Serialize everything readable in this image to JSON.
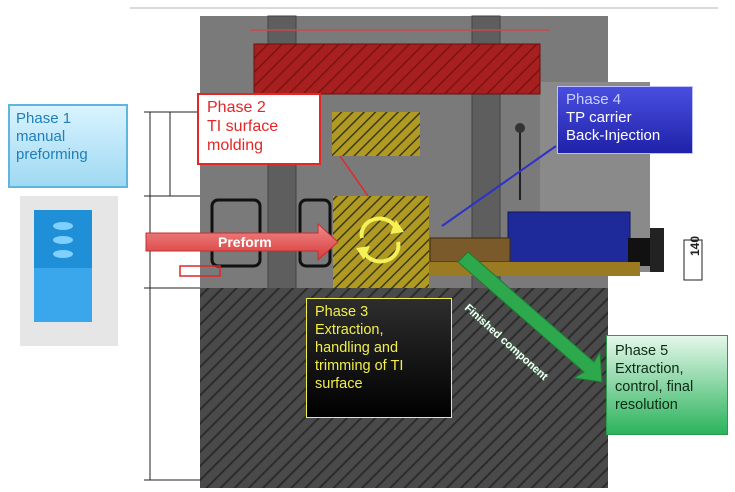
{
  "phase1": {
    "title": "Phase 1",
    "lines": [
      "manual",
      "preforming"
    ]
  },
  "phase2": {
    "title": "Phase 2",
    "lines": [
      "TI surface",
      "molding"
    ]
  },
  "phase3": {
    "title": "Phase 3",
    "lines": [
      "Extraction,",
      "handling and",
      "trimming of TI",
      "surface"
    ]
  },
  "phase4": {
    "title": "Phase 4",
    "lines": [
      "TP carrier",
      "Back-Injection"
    ]
  },
  "phase5": {
    "title": "Phase 5",
    "lines": [
      "Extraction,",
      "control, final",
      "resolution"
    ]
  },
  "arrow_labels": {
    "preform": "Preform",
    "finished": "Finished component"
  },
  "dimension_label": "140",
  "colors": {
    "phase1": "#1f7fb8",
    "phase2": "#e32626",
    "phase3": "#f2ee4a",
    "phase4": "#2e32c8",
    "phase5": "#2bb35c",
    "mold_red": "#a61f1f",
    "hatch_yellow": "#b5a12a",
    "machine_grey": "#7d7d7d"
  }
}
